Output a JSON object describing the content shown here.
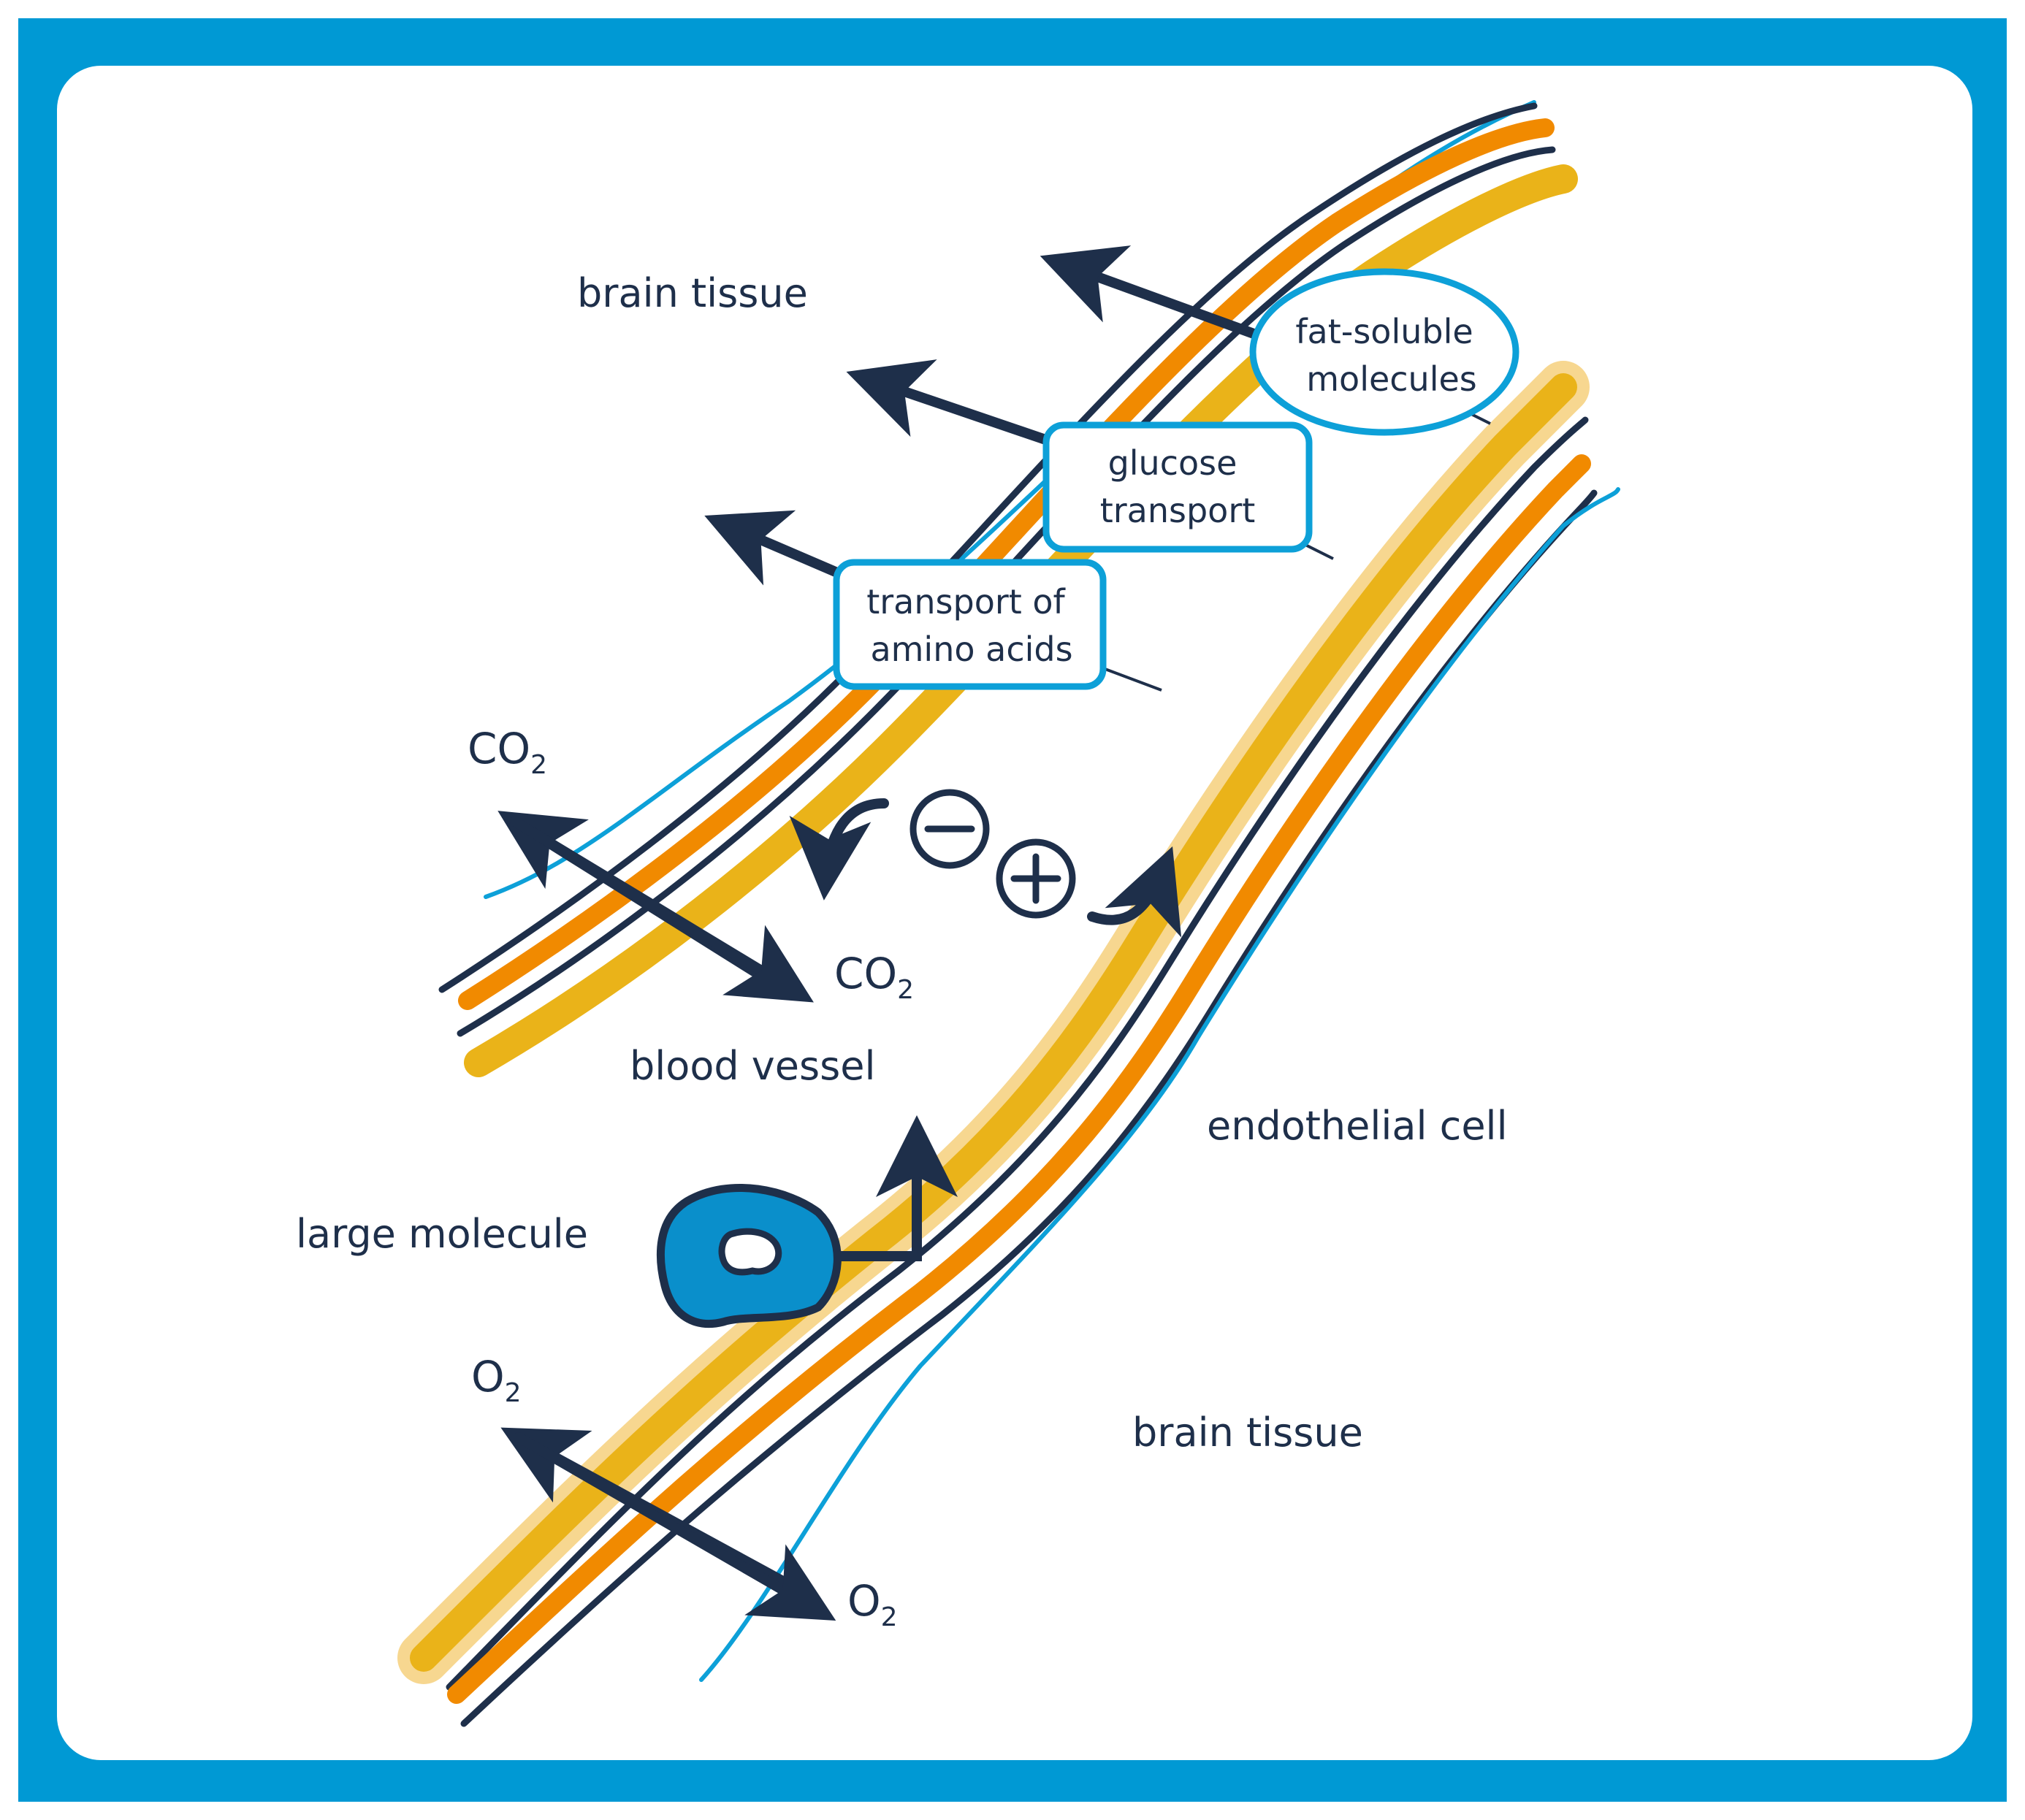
{
  "diagram": {
    "labels": {
      "brain_tissue_top": "brain tissue",
      "brain_tissue_bottom": "brain tissue",
      "blood_vessel": "blood vessel",
      "endothelial_cell": "endothelial cell",
      "large_molecule": "large molecule"
    },
    "transport_boxes": {
      "fat_soluble": [
        "fat-soluble",
        "molecules"
      ],
      "glucose": [
        "glucose",
        "transport"
      ],
      "amino_acids": [
        "transport of",
        "amino acids"
      ]
    },
    "gases": {
      "co2": {
        "base": "CO",
        "sub": "2"
      },
      "o2": {
        "base": "O",
        "sub": "2"
      }
    },
    "charges": {
      "negative": "−",
      "positive": "+"
    },
    "colors": {
      "frame": "#0099d4",
      "navy": "#1e2f4a",
      "orange": "#f18a00",
      "gold": "#eab319",
      "pale_gold": "#f7d790",
      "light_blue": "#0da0d8",
      "molecule_fill": "#0a8fcb"
    }
  }
}
